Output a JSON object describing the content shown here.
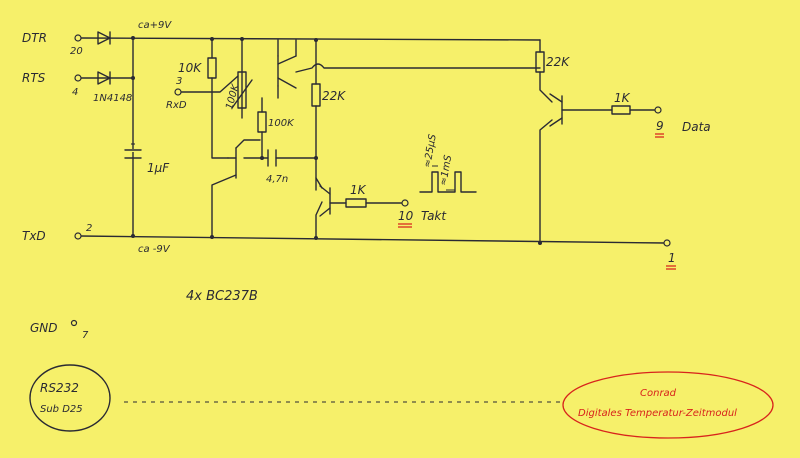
{
  "labels": {
    "dtr": "DTR",
    "rts": "RTS",
    "rxd": "RxD",
    "txd": "TxD",
    "gnd": "GND",
    "pin20": "20",
    "pin4": "4",
    "pin3": "3",
    "pin2": "2",
    "pin7": "7",
    "pin10": "10",
    "pin9": "9",
    "pin1": "1",
    "vplus": "ca+9V",
    "vminus": "ca -9V",
    "diode": "1N4148",
    "c_elko": "1µF",
    "c_small": "4,7n",
    "r10k": "10K",
    "poti100k": "100K",
    "r100k": "100K",
    "r22k_a": "22K",
    "r22k_b": "22K",
    "r1k_takt": "1K",
    "r1k_data": "1K",
    "takt": "Takt",
    "data": "Data",
    "pulse1": "≈25µS",
    "pulse2": "≈1mS",
    "transistors": "4x   BC237B",
    "rs232_line1": "RS232",
    "rs232_line2": "Sub D25",
    "conrad_line1": "Conrad",
    "conrad_line2": "Digitales Temperatur-Zeitmodul"
  },
  "colors": {
    "paper": "#f6f06a",
    "ink": "#2a2a33",
    "red": "#d8241c"
  }
}
